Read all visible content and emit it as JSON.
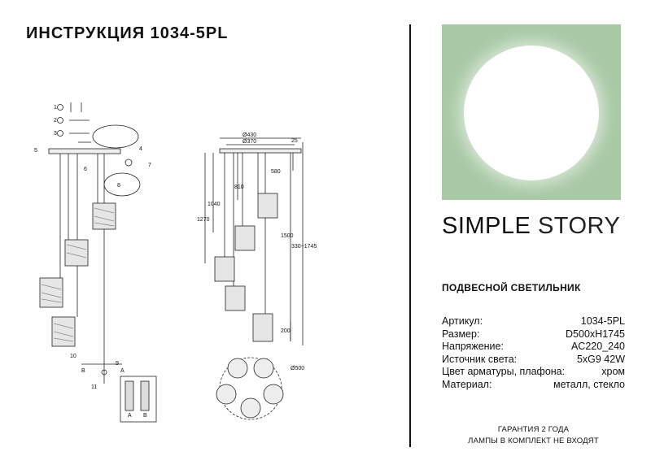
{
  "title": "ИНСТРУКЦИЯ 1034-5PL",
  "brand": {
    "part1": "SIMPLE",
    "part2": "STORY"
  },
  "product_type": "ПОДВЕСНОЙ СВЕТИЛЬНИК",
  "specs": [
    {
      "label": "Артикул:",
      "value": "1034-5PL"
    },
    {
      "label": "Размер:",
      "value": "D500хH1745"
    },
    {
      "label": "Напряжение:",
      "value": "AC220_240"
    },
    {
      "label": "Источник света:",
      "value": "5xG9 42W"
    },
    {
      "label": "Цвет арматуры, плафона:",
      "value": "хром"
    },
    {
      "label": "Материал:",
      "value": "металл, стекло"
    }
  ],
  "footer": {
    "line1": "ГАРАНТИЯ 2 ГОДА",
    "line2": "ЛАМПЫ В КОМПЛЕКТ НЕ ВХОДЯТ"
  },
  "dimensions": {
    "d430": "Ø430",
    "d370": "Ø370",
    "d25": "25",
    "d580": "580",
    "d810": "810",
    "d1040": "1040",
    "d1270": "1270",
    "d1500": "1500",
    "d330_1745": "330~1745",
    "d200": "200",
    "d500": "Ø500"
  },
  "steps": [
    "1",
    "2",
    "3",
    "4",
    "5",
    "6",
    "7",
    "8",
    "9",
    "10",
    "11"
  ],
  "wire_labels": {
    "a": "A",
    "b": "B"
  }
}
